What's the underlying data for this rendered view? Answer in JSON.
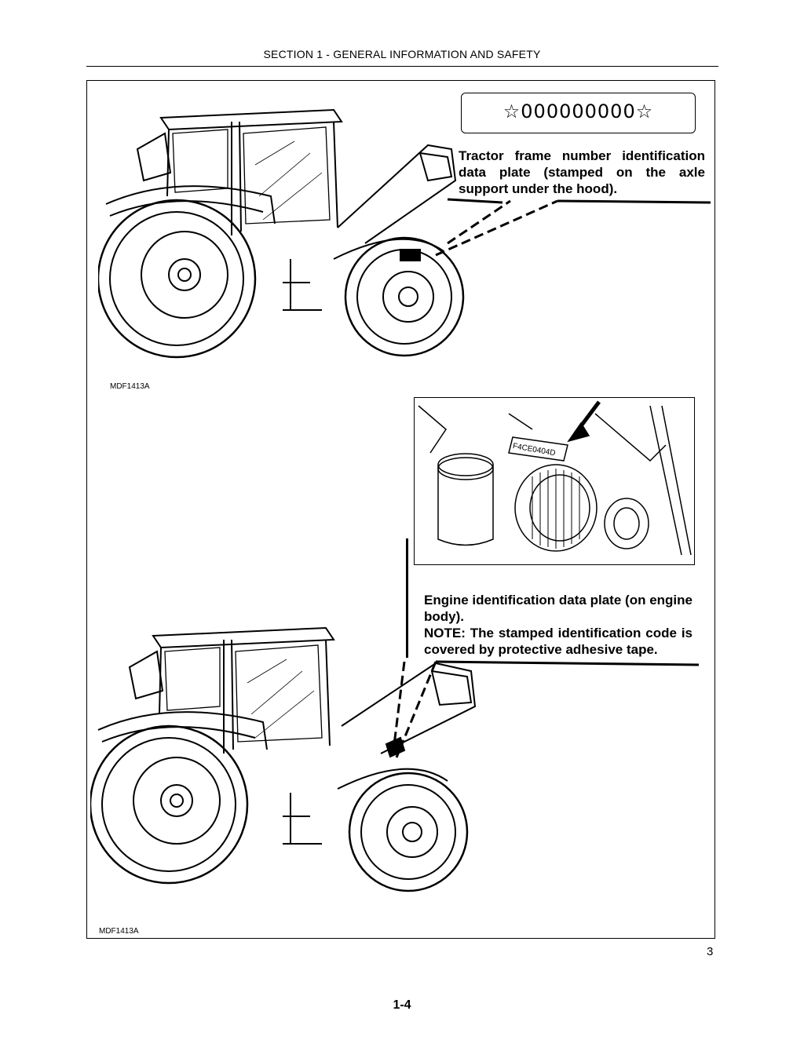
{
  "header": {
    "section_title": "SECTION 1 - GENERAL INFORMATION AND SAFETY"
  },
  "frame_plate": {
    "number": "☆000000000☆"
  },
  "callouts": {
    "frame_caption": "Tractor frame number identification data plate (stamped on the axle support under the hood).",
    "engine_caption_line1": "Engine identification data plate (on engine body).",
    "engine_caption_line2": "NOTE: The stamped identification code is covered by protective adhesive tape."
  },
  "engine_photo": {
    "stamp_code": "F4CE0404D"
  },
  "figures": {
    "top_code": "MDF1413A",
    "bottom_code": "MDF1413A",
    "figure_number": "3"
  },
  "footer": {
    "page_number": "1-4"
  }
}
